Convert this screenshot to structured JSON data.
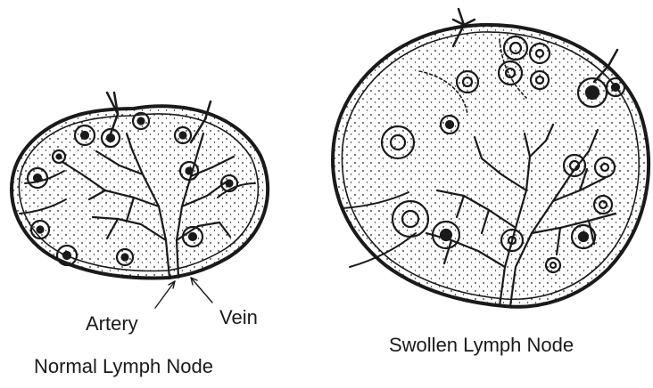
{
  "labels": {
    "artery": "Artery",
    "vein": "Vein",
    "normal": "Normal Lymph Node",
    "swollen": "Swollen Lymph Node"
  },
  "colors": {
    "ink": "#1a1a1a",
    "background": "#ffffff"
  }
}
